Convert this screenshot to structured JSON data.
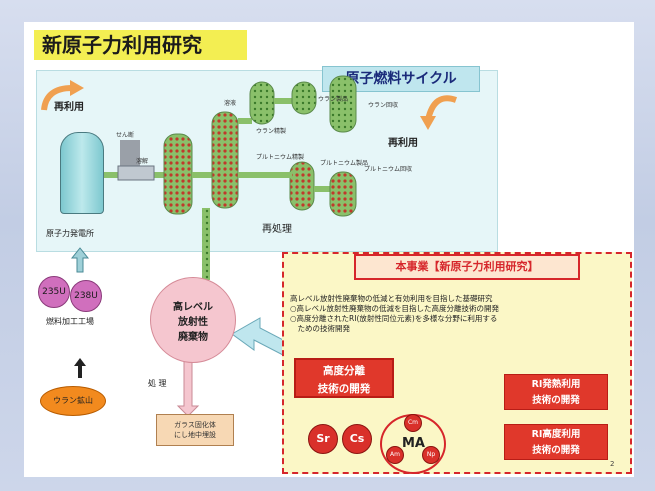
{
  "title": "新原子力利用研究",
  "cycle": {
    "title": "原子燃料サイクル",
    "reuse_left": "再利用",
    "reuse_right": "再利用",
    "reactor": "原子力発電所",
    "reprocessing": "再処理",
    "small_labels": [
      "溶解",
      "ウラン精製",
      "プルトニウム精製",
      "ウラン製品",
      "プルトニウム製品",
      "ウラン回収",
      "プルトニウム回収",
      "溶液",
      "せん断"
    ]
  },
  "fuel_fab": "燃料加工工場",
  "mine": "ウラン鉱山",
  "u235": "235U",
  "u238": "238U",
  "hlw": [
    "高レベル",
    "放射性",
    "廃棄物"
  ],
  "disposal": "処 理",
  "glass_storage": [
    "ガラス固化体",
    "にし地中埋設"
  ],
  "project": {
    "header": "本事業【新原子力利用研究】",
    "lines": [
      "高レベル放射性廃棄物の低減と有効利用を目指した基礎研究",
      "○高レベル放射性廃棄物の低減を目指した高度分離技術の開発",
      "○高度分離されたRI(放射性同位元素)を多様な分野に利用する",
      "　ための技術開発"
    ],
    "separation": [
      "高度分離",
      "技術の開発"
    ],
    "sr": "Sr",
    "cs": "Cs",
    "ma": "MA",
    "cm": "Cm",
    "am": "Am",
    "np": "Np",
    "ri_heat": [
      "RI発熱利用",
      "技術の開発"
    ],
    "ri_advanced": [
      "RI高度利用",
      "技術の開発"
    ],
    "page": "2"
  },
  "colors": {
    "title_bg": "#f3ee52",
    "accent_red": "#d6262b",
    "pipe_green": "#8ac06a"
  }
}
